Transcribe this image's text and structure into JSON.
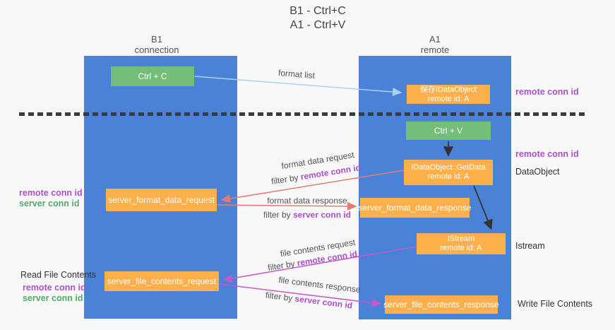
{
  "title": {
    "line1": "B1 - Ctrl+C",
    "line2": "A1 - Ctrl+V"
  },
  "columns": {
    "left": {
      "header_line1": "B1",
      "header_line2": "connection"
    },
    "right": {
      "header_line1": "A1",
      "header_line2": "remote"
    }
  },
  "boxes": {
    "ctrl_c": "Ctrl + C",
    "ctrl_v": "Ctrl + V",
    "save_idataobject": {
      "line1": "保存IDataObject",
      "line2": "remote id: A"
    },
    "getdata": {
      "line1": "IDataObject::GetData",
      "line2": "remote id: A"
    },
    "istream": {
      "line1": "IStream",
      "line2": "remote id: A"
    },
    "server_format_data_request": "server_format_data_request",
    "server_format_data_response": "server_format_data_response",
    "server_file_contents_request": "server_file_contents_request",
    "server_file_contents_response": "server_file_contents_response"
  },
  "arrows": {
    "format_list": "format list",
    "format_data_request": "format data request",
    "format_data_response": "format data response",
    "file_contents_request": "file contents request",
    "file_contents_response": "file contents response"
  },
  "terms": {
    "remote_conn_id": "remote conn id",
    "server_conn_id": "server conn id",
    "filter_by": "filter by "
  },
  "side_labels": {
    "dataobject": "DataObject",
    "istream": "Istream",
    "read_file_contents": "Read File Contents",
    "write_file_contents": "Write File Contents"
  },
  "colors": {
    "column_blue": "#4a82d8",
    "box_green": "#74bf78",
    "box_orange": "#fbb04b",
    "arrow_blue": "#a8d2f0",
    "arrow_red": "#e87a72",
    "arrow_magenta": "#c45ac8",
    "arrow_black": "#333333",
    "text_purple": "#ab50c8",
    "text_green": "#55a868",
    "background": "#f8f8f8"
  }
}
